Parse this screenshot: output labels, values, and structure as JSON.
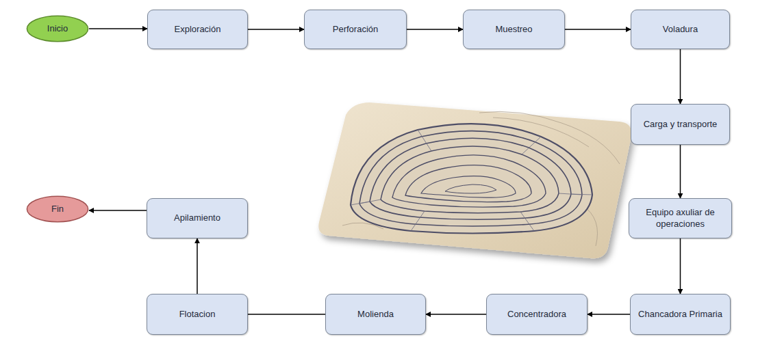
{
  "diagram": {
    "nodes": [
      {
        "text": [
          "Inicio"
        ]
      },
      {
        "text": [
          "Exploración"
        ]
      },
      {
        "text": [
          "Perforación"
        ]
      },
      {
        "text": [
          "Muestreo"
        ]
      },
      {
        "text": [
          "Voladura"
        ]
      },
      {
        "text": [
          "Carga y transporte"
        ]
      },
      {
        "text": [
          "Equipo axuliar de operaciones"
        ]
      },
      {
        "text": [
          "Chancadora Primaria"
        ]
      },
      {
        "text": [
          "Concentradora"
        ]
      },
      {
        "text": [
          "Molienda"
        ]
      },
      {
        "text": [
          "Flotacion"
        ]
      },
      {
        "text": [
          "Apilamiento"
        ]
      },
      {
        "text": [
          "Fin"
        ]
      }
    ],
    "edges": [
      {
        "from": 0,
        "to": 1,
        "arrow": "to"
      },
      {
        "from": 1,
        "to": 2,
        "arrow": "to"
      },
      {
        "from": 2,
        "to": 3,
        "arrow": "to"
      },
      {
        "from": 3,
        "to": 4,
        "arrow": "to"
      },
      {
        "from": 4,
        "to": 5,
        "arrow": "to"
      },
      {
        "from": 5,
        "to": 6,
        "arrow": "to"
      },
      {
        "from": 6,
        "to": 7,
        "arrow": "to"
      },
      {
        "from": 7,
        "to": 8,
        "arrow": "to"
      },
      {
        "from": 8,
        "to": 9,
        "arrow": "to"
      },
      {
        "from": 9,
        "to": 10,
        "arrow": "none"
      },
      {
        "from": 10,
        "to": 11,
        "arrow": "to"
      },
      {
        "from": 11,
        "to": 12,
        "arrow": "to"
      }
    ]
  }
}
